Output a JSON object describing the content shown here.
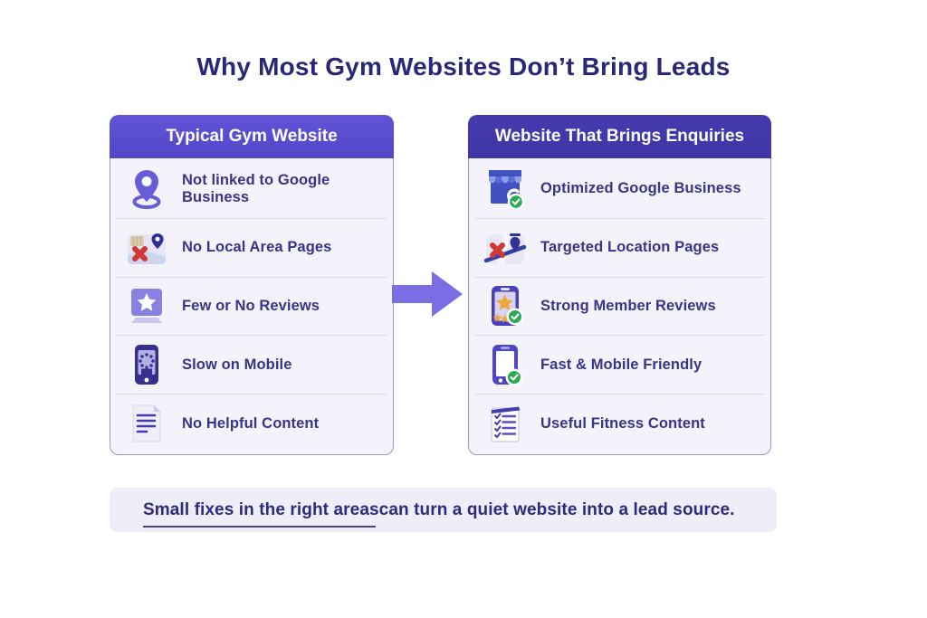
{
  "page": {
    "title": "Why Most Gym Websites Don’t Bring Leads",
    "footer": {
      "underlined_part": "Small fixes in the right areas",
      "rest_part": " can turn a quiet website into a lead source."
    }
  },
  "cards": [
    {
      "header": "Typical Gym Website",
      "header_color": "#5a4ccf",
      "items": [
        {
          "label": "Not linked to Google Business",
          "icon": "location-pin-icon"
        },
        {
          "label": "No Local Area Pages",
          "icon": "map-crossed-icon"
        },
        {
          "label": "Few or No Reviews",
          "icon": "screen-star-icon"
        },
        {
          "label": "Slow on Mobile",
          "icon": "phone-loading-icon"
        },
        {
          "label": "No Helpful Content",
          "icon": "document-icon"
        }
      ]
    },
    {
      "header": "Website That Brings Enquiries",
      "header_color": "#4237ab",
      "items": [
        {
          "label": "Optimized Google Business",
          "icon": "storefront-check-icon"
        },
        {
          "label": "Targeted Location Pages",
          "icon": "map-pin-target-icon"
        },
        {
          "label": "Strong Member Reviews",
          "icon": "phone-star-reviews-icon"
        },
        {
          "label": "Fast & Mobile Friendly",
          "icon": "phone-check-icon"
        },
        {
          "label": "Useful Fitness Content",
          "icon": "checklist-icon"
        }
      ]
    }
  ],
  "colors": {
    "title_text": "#2b2776",
    "item_text": "#3a3388",
    "arrow": "#7b6de4",
    "card_body_bg": "#f4f3fb",
    "card_border": "#9b93d7",
    "footer_bg": "#efeef8",
    "footer_text": "#2f2a80",
    "check_green": "#2aa952",
    "cross_red": "#ce3a3a",
    "star_gold": "#eca83f"
  }
}
